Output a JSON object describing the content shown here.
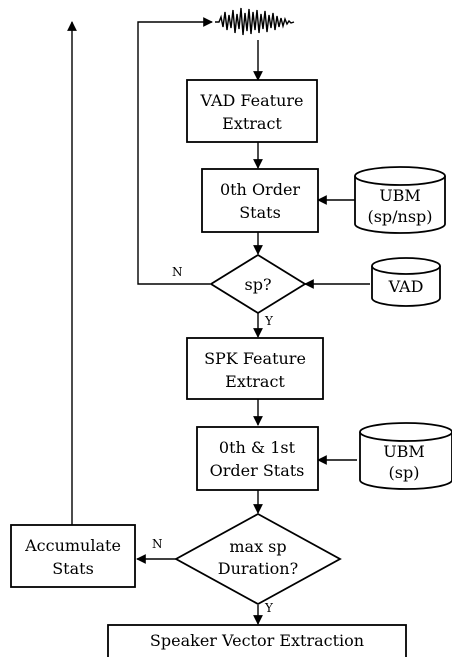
{
  "nodes": {
    "vad_feature": [
      "VAD Feature",
      "Extract"
    ],
    "zeroth_stats": [
      "0th Order",
      "Stats"
    ],
    "ubm_sp_nsp": [
      "UBM",
      "(sp/nsp)"
    ],
    "sp_decision": "sp?",
    "vad_db": "VAD",
    "spk_feature": [
      "SPK Feature",
      "Extract"
    ],
    "first_stats": [
      "0th & 1st",
      "Order Stats"
    ],
    "ubm_sp": [
      "UBM",
      "(sp)"
    ],
    "max_decision": [
      "max sp",
      "Duration?"
    ],
    "accumulate": [
      "Accumulate",
      "Stats"
    ],
    "speaker_vector": "Speaker Vector Extraction"
  },
  "edge_labels": {
    "sp_no": "N",
    "sp_yes": "Y",
    "max_no": "N",
    "max_yes": "Y"
  }
}
